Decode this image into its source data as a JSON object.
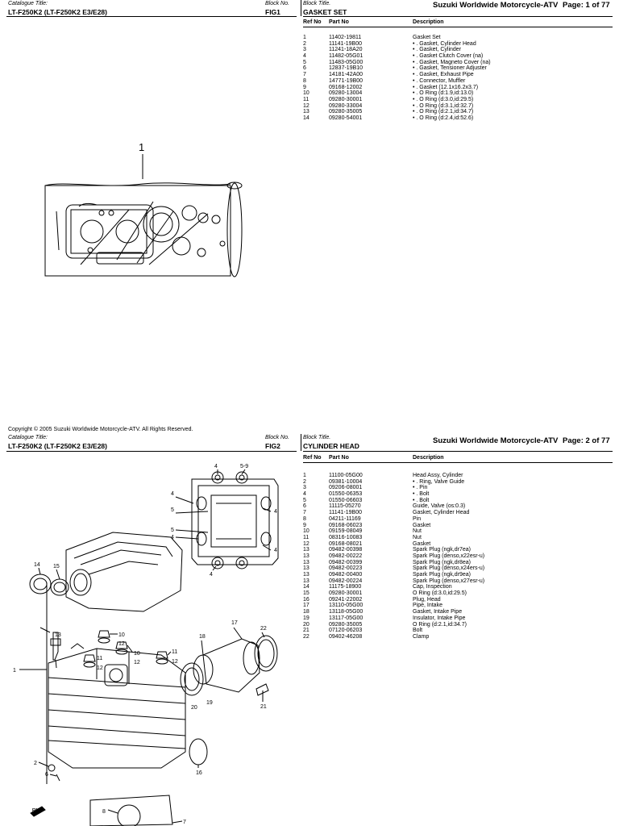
{
  "pages": [
    {
      "catalogue_label": "Catalogue Title:",
      "catalogue_title": "LT-F250K2 (LT-F250K2 E3/E28)",
      "block_no_label": "Block No.",
      "block_no": "FIG1",
      "block_title_label": "Block Title.",
      "block_title": "GASKET SET",
      "brand": "Suzuki Worldwide Motorcycle-ATV",
      "page_label": "Page: 1 of 77",
      "columns": {
        "ref": "Ref No",
        "part": "Part No",
        "desc": "Description"
      },
      "rows": [
        {
          "ref": "1",
          "part": "11402-19811",
          "desc": "Gasket Set"
        },
        {
          "ref": "2",
          "part": "11141-19B00",
          "desc": "• . Gasket, Cylinder Head"
        },
        {
          "ref": "3",
          "part": "11241-18A20",
          "desc": "• . Gasket, Cylinder"
        },
        {
          "ref": "4",
          "part": "11482-05G01",
          "desc": "• . Gasket Clutch Cover (na)"
        },
        {
          "ref": "5",
          "part": "11483-05G00",
          "desc": "• . Gasket, Magneto Cover (na)"
        },
        {
          "ref": "6",
          "part": "12837-19B10",
          "desc": "• . Gasket, Tensioner Adjuster"
        },
        {
          "ref": "7",
          "part": "14181-42A00",
          "desc": "• . Gasket, Exhaust Pipe"
        },
        {
          "ref": "8",
          "part": "14771-19B00",
          "desc": "• . Connector, Muffler"
        },
        {
          "ref": "9",
          "part": "09168-12002",
          "desc": "• . Gasket (12.1x16.2x3.7)"
        },
        {
          "ref": "10",
          "part": "09280-13004",
          "desc": "• . O Ring (d:1.9,id:13.0)"
        },
        {
          "ref": "11",
          "part": "09280-30001",
          "desc": "• . O Ring (d:3.0,id:29.5)"
        },
        {
          "ref": "12",
          "part": "09280-33004",
          "desc": "• . O Ring (d:3.1,id:32.7)"
        },
        {
          "ref": "13",
          "part": "09280-35005",
          "desc": "• . O Ring (d:2.1,id:34.7)"
        },
        {
          "ref": "14",
          "part": "09280-54001",
          "desc": "• . O Ring (d:2.4,id:52.6)"
        }
      ],
      "callouts": [
        "1"
      ]
    },
    {
      "catalogue_label": "Catalogue Title:",
      "catalogue_title": "LT-F250K2 (LT-F250K2 E3/E28)",
      "block_no_label": "Block No.",
      "block_no": "FIG2",
      "block_title_label": "Block Title.",
      "block_title": "CYLINDER HEAD",
      "brand": "Suzuki Worldwide Motorcycle-ATV",
      "page_label": "Page: 2 of 77",
      "columns": {
        "ref": "Ref No",
        "part": "Part No",
        "desc": "Description"
      },
      "rows": [
        {
          "ref": "1",
          "part": "11100-05G00",
          "desc": "Head Assy, Cylinder"
        },
        {
          "ref": "2",
          "part": "09381-10004",
          "desc": "• . Ring, Valve Guide"
        },
        {
          "ref": "3",
          "part": "09206-08001",
          "desc": "• . Pin"
        },
        {
          "ref": "4",
          "part": "01550-06353",
          "desc": "• . Bolt"
        },
        {
          "ref": "5",
          "part": "01550-06603",
          "desc": "• . Bolt"
        },
        {
          "ref": "6",
          "part": "11115-05270",
          "desc": "Guide, Valve (os:0.3)"
        },
        {
          "ref": "7",
          "part": "11141-19B00",
          "desc": "Gasket, Cylinder Head"
        },
        {
          "ref": "8",
          "part": "04211-11169",
          "desc": "Pin"
        },
        {
          "ref": "9",
          "part": "09168-06023",
          "desc": "Gasket"
        },
        {
          "ref": "10",
          "part": "09159-08049",
          "desc": "Nut"
        },
        {
          "ref": "11",
          "part": "08316-10083",
          "desc": "Nut"
        },
        {
          "ref": "12",
          "part": "09168-08021",
          "desc": "Gasket"
        },
        {
          "ref": "13",
          "part": "09482-00398",
          "desc": "Spark Plug (ngk,dr7ea)"
        },
        {
          "ref": "13",
          "part": "09482-00222",
          "desc": "Spark Plug (denso,x22esr-u)"
        },
        {
          "ref": "13",
          "part": "09482-00399",
          "desc": "Spark Plug (ngk,dr8ea)"
        },
        {
          "ref": "13",
          "part": "09482-00223",
          "desc": "Spark Plug (denso,x24ers-u)"
        },
        {
          "ref": "13",
          "part": "09482-00400",
          "desc": "Spark Plug (ngk,dr9ea)"
        },
        {
          "ref": "13",
          "part": "09482-00224",
          "desc": "Spark Plug (denso,x27esr-u)"
        },
        {
          "ref": "14",
          "part": "11175-18900",
          "desc": "Cap, Inspection"
        },
        {
          "ref": "15",
          "part": "09280-30001",
          "desc": "O Ring (d:3.0,id:29.5)"
        },
        {
          "ref": "16",
          "part": "09241-22002",
          "desc": "Plug, Head"
        },
        {
          "ref": "17",
          "part": "13110-05G00",
          "desc": "Pipe, Intake"
        },
        {
          "ref": "18",
          "part": "13118-05G00",
          "desc": "Gasket, Intake Pipe"
        },
        {
          "ref": "19",
          "part": "13117-05G00",
          "desc": "Insulator, Intake Pipe"
        },
        {
          "ref": "20",
          "part": "09280-35005",
          "desc": "O Ring (d:2.1,id:34.7)"
        },
        {
          "ref": "21",
          "part": "07120-06203",
          "desc": "Bolt"
        },
        {
          "ref": "22",
          "part": "09402-46208",
          "desc": "Clamp"
        }
      ],
      "callouts": [
        "4",
        "5-9",
        "4",
        "5",
        "4",
        "5",
        "4",
        "4",
        "4",
        "14",
        "15",
        "13",
        "10",
        "12",
        "10",
        "12",
        "11",
        "12",
        "11",
        "12",
        "1",
        "18",
        "17",
        "22",
        "20",
        "19",
        "21",
        "16",
        "2",
        "6",
        "8",
        "7",
        "FWD"
      ]
    }
  ],
  "copyright": "Copyright © 2005  Suzuki Worldwide Motorcycle-ATV.  All Rights Reserved."
}
